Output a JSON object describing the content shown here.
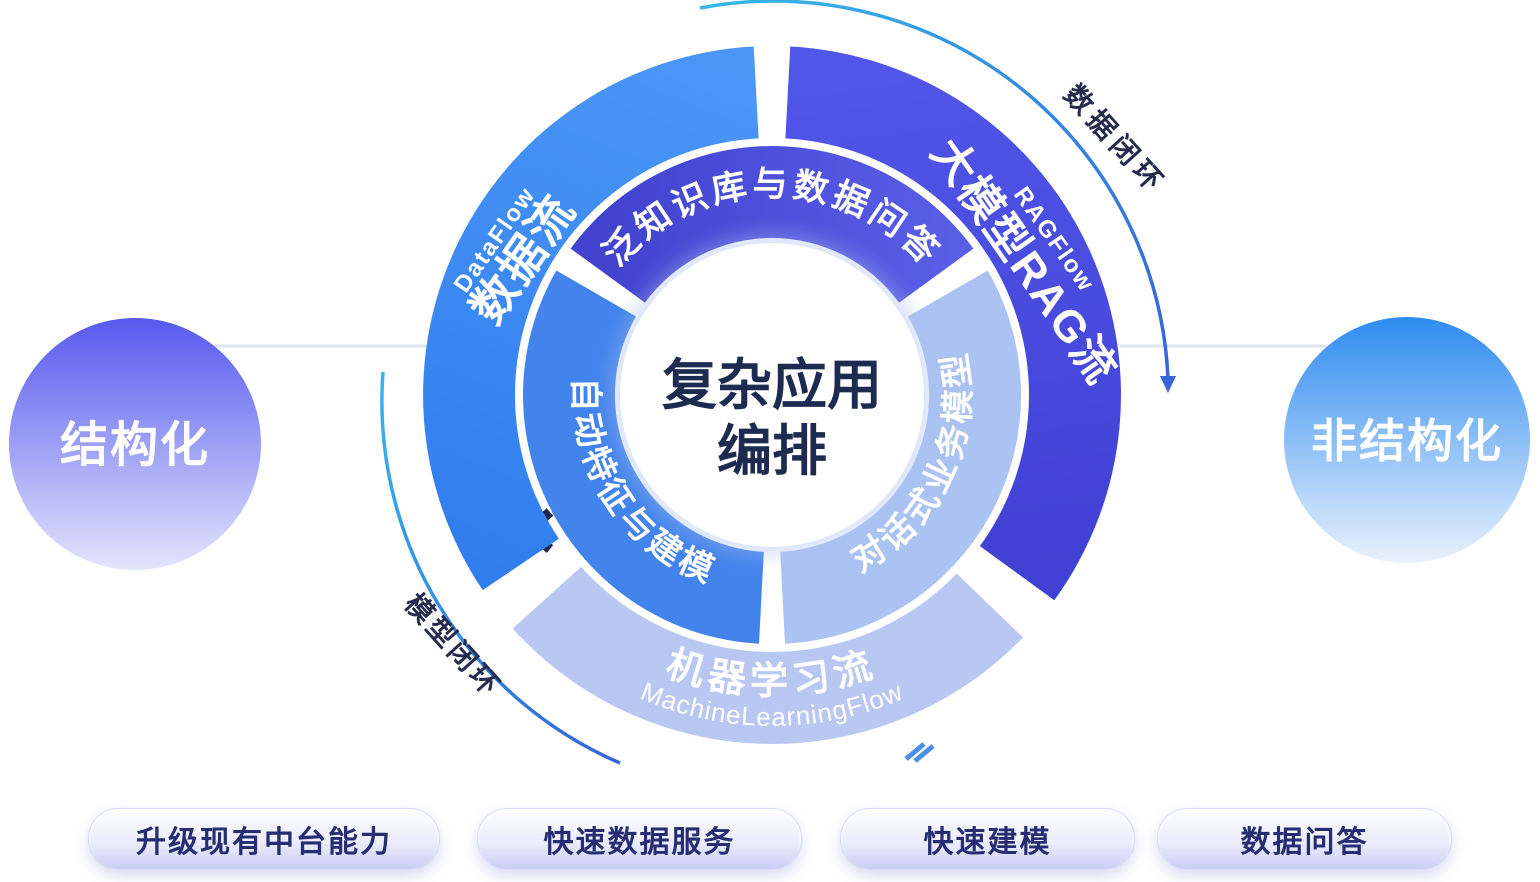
{
  "canvas": {
    "background": "#ffffff"
  },
  "center_circle": {
    "line1": "复杂应用",
    "line2": "编排",
    "text_color": "#1d2b50",
    "fill": "#ffffff"
  },
  "inner_ring": {
    "top": {
      "label": "泛知识库与数据问答",
      "color": "#4649d7"
    },
    "right": {
      "label": "对话式业务模型",
      "color": "#abc3f2"
    },
    "left": {
      "label": "自动特征与建模",
      "color": "#4384ec"
    }
  },
  "outer_ring": {
    "left": {
      "label_cn": "数据流",
      "label_en": "DataFlow",
      "color": "#3c87f2"
    },
    "right": {
      "label_cn": "大模型RAG流",
      "label_en": "RAGFlow",
      "color": "#4649e0"
    },
    "bottom": {
      "label_cn": "机器学习流",
      "label_en": "MachineLearningFlow",
      "color": "#b9c8f3"
    }
  },
  "side_circles": {
    "left": {
      "label": "结构化",
      "gradient_top": "#5659ee",
      "gradient_bottom": "#e3e5fc"
    },
    "right": {
      "label": "非结构化",
      "gradient_top": "#2f8cf0",
      "gradient_bottom": "#e9f1fd"
    }
  },
  "flow_labels": {
    "top_right": "数据闭环",
    "bottom_left": "模型闭环",
    "text_color": "#252b4d"
  },
  "arrow_colors": {
    "start": "#35b8e8",
    "end": "#3565d8"
  },
  "pills": [
    {
      "label": "升级现有中台能力"
    },
    {
      "label": "快速数据服务"
    },
    {
      "label": "快速建模"
    },
    {
      "label": "数据问答"
    }
  ]
}
